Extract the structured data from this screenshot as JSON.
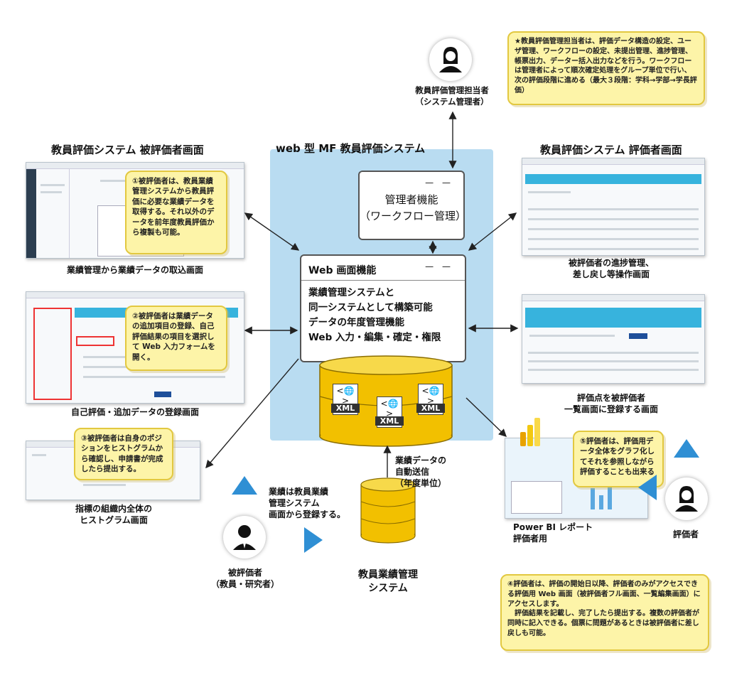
{
  "system": {
    "title": "web 型 MF 教員評価システム",
    "admin_box": "管理者機能\n（ワークフロー管理）",
    "web_box_title": "Web 画面機能",
    "web_box_body": "業績管理システムと\n同一システムとして構築可能\nデータの年度管理機能\nWeb 入力・編集・確定・権限"
  },
  "xml_label": "XML",
  "admin": {
    "label": "教員評価管理担当者\n（システム管理者）",
    "note": "★教員評価管理担当者は、評価データ構造の設定、ユーザ管理、ワークフローの設定、未提出管理、進捗管理、帳票出力、データー括入出力などを行う。ワークフローは管理者によって順次確定処理をグループ単位で行い、次の評価段階に進める（最大３段階：学科→学部→学長評価）"
  },
  "left": {
    "title": "教員評価システム 被評価者画面",
    "shot1_caption": "業績管理から業績データの取込画面",
    "note1": "①被評価者は、教員業績管理システムから教員評価に必要な業績データを取得する。それ以外のデータを前年度教員評価から複製も可能。",
    "shot2_caption": "自己評価・追加データの登録画面",
    "note2": "②被評価者は業績データの追加項目の登録、自己評価結果の項目を選択して Web 入力フォームを開く。",
    "shot3_caption": "指標の組織内全体の\nヒストグラム画面",
    "note3": "③被評価者は自身のポジションをヒストグラムから確認し、申請書が完成したら提出する。"
  },
  "right": {
    "title": "教員評価システム 評価者画面",
    "shot1_caption": "被評価者の進捗管理、\n差し戻し等操作画面",
    "shot2_caption": "評価点を被評価者\n一覧画面に登録する画面",
    "powerbi_caption": "Power BI レポート\n評価者用",
    "note5": "⑤評価者は、評価用データ全体をグラフ化してそれを参照しながら評価することも出来る",
    "evaluator_label": "評価者",
    "note4": "④評価者は、評価の開始日以降、評価者のみがアクセスできる評価用 Web 画面（被評価者フル画面、一覧編集画面）にアクセスします。\n　評価結果を記載し、完了したら提出する。複数の評価者が同時に記入できる。個票に問題があるときは被評価者に差し戻しも可能。"
  },
  "bottom": {
    "evaluatee_note": "業績は教員業績\n管理システム\n画面から登録する。",
    "evaluatee_label": "被評価者\n（教員・研究者）",
    "db_label": "教員業績管理\nシステム",
    "auto_send": "業績データの\n自動送信\n（年度単位）"
  },
  "colors": {
    "system_bg": "#b9dcf1",
    "callout_bg": "#fdf4a8",
    "callout_border": "#e2c840",
    "xml_gold": "#f2c000",
    "triangle_blue": "#2f8fd4"
  }
}
